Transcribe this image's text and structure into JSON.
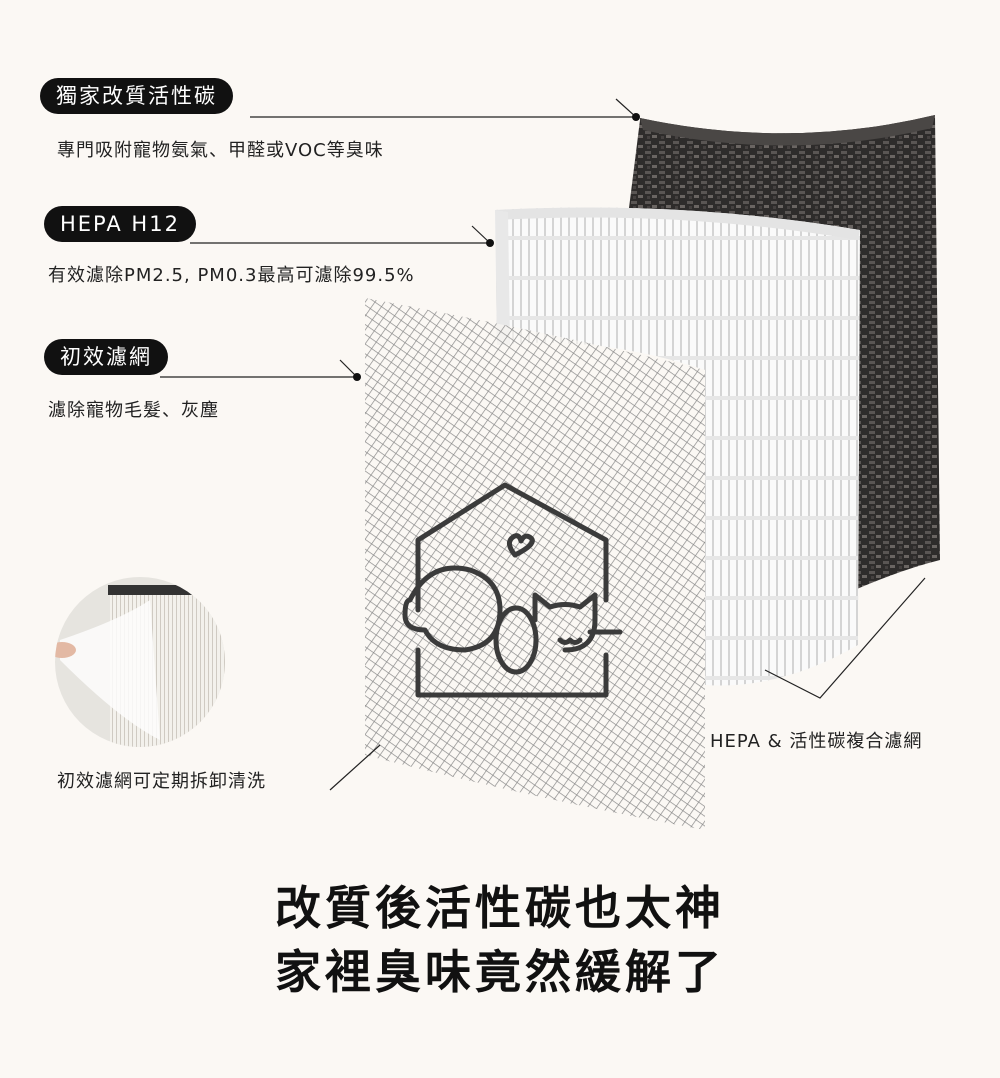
{
  "callouts": [
    {
      "badge": "獨家改質活性碳",
      "description": "專門吸附寵物氨氣、甲醛或VOC等臭味"
    },
    {
      "badge": "HEPA H12",
      "description": "有效濾除PM2.5, PM0.3最高可濾除99.5%"
    },
    {
      "badge": "初效濾網",
      "description": "濾除寵物毛髮、灰塵"
    }
  ],
  "photo_caption": "初效濾網可定期拆卸清洗",
  "composite_label": "HEPA & 活性碳複合濾網",
  "headline": {
    "line1": "改質後活性碳也太神",
    "line2": "家裡臭味竟然緩解了"
  },
  "colors": {
    "background": "#fbf8f4",
    "badge": "#111111",
    "carbon": "#3a3836"
  }
}
